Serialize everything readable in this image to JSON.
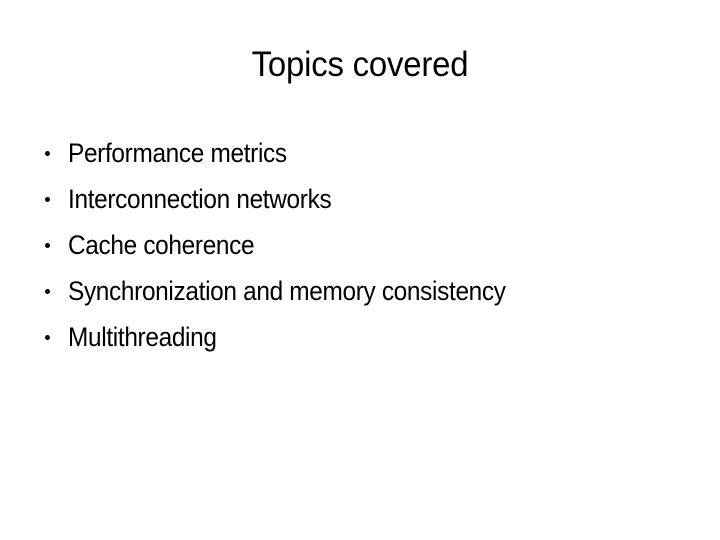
{
  "slide": {
    "background_color": "#ffffff",
    "text_color": "#000000",
    "title": "Topics covered",
    "bullet_marker": "•",
    "bullets": [
      {
        "label": "Performance metrics"
      },
      {
        "label": "Interconnection networks"
      },
      {
        "label": "Cache coherence"
      },
      {
        "label": "Synchronization and memory consistency"
      },
      {
        "label": "Multithreading"
      }
    ]
  }
}
